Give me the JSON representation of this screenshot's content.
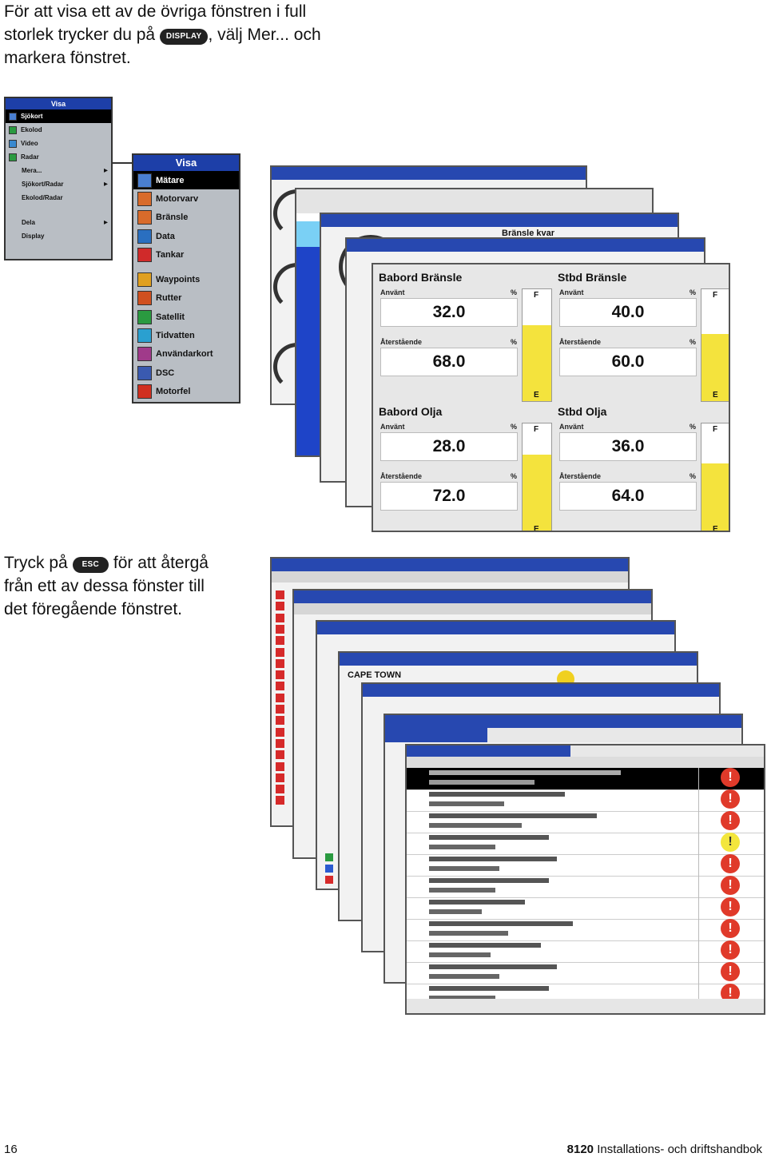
{
  "intro": {
    "line1": "För att visa ett av de övriga fönstren i full",
    "line2_pre": "storlek trycker du på",
    "display_key": "DISPLAY",
    "line2_post": ", välj Mer... och",
    "line3": "markera fönstret."
  },
  "esc_para": {
    "line1_pre": "Tryck på",
    "esc_key": "ESC",
    "line1_post": "för att återgå",
    "line2": "från ett av dessa fönster till",
    "line3": "det föregående fönstret."
  },
  "visa_menu_small": {
    "title": "Visa",
    "items": [
      "Sjökort",
      "Ekolod",
      "Video",
      "Radar",
      "Mera...",
      "Sjökort/Radar",
      "Ekolod/Radar",
      "Dela",
      "Display"
    ]
  },
  "visa_menu": {
    "title": "Visa",
    "items": [
      "Mätare",
      "Motorvarv",
      "Bränsle",
      "Data",
      "Tankar",
      "Waypoints",
      "Rutter",
      "Satellit",
      "Tidvatten",
      "Användarkort",
      "DSC",
      "Motorfel"
    ],
    "icon_colors": [
      "#4a7fd0",
      "#d86b2b",
      "#d86b2b",
      "#2a6fc0",
      "#d02a2a",
      "#e0a020",
      "#d05020",
      "#2a9a40",
      "#2aa0d0",
      "#a03a8a",
      "#3a5ab0",
      "#d03020"
    ]
  },
  "tank_screen": {
    "tanks": [
      {
        "name": "Babord Bränsle",
        "sub1": "Använt",
        "v1": "32.0",
        "sub2": "Återstående",
        "v2": "68.0",
        "level": 0.68
      },
      {
        "name": "Stbd Bränsle",
        "sub1": "Använt",
        "v1": "40.0",
        "sub2": "Återstående",
        "v2": "60.0",
        "level": 0.6
      },
      {
        "name": "Babord Olja",
        "sub1": "Använt",
        "v1": "28.0",
        "sub2": "Återstående",
        "v2": "72.0",
        "level": 0.72
      },
      {
        "name": "Stbd Olja",
        "sub1": "Använt",
        "v1": "36.0",
        "sub2": "Återstående",
        "v2": "64.0",
        "level": 0.64
      }
    ],
    "full": "F",
    "empty": "E",
    "pct": "%"
  },
  "behind_screens": {
    "fuel_tab": "Bränsle kvar",
    "tide_town": "CAPE TOWN"
  },
  "footer": {
    "page": "16",
    "model": "8120",
    "title": "Installations- och driftshandbok"
  },
  "colors": {
    "title_bar": "#2748b0",
    "alarm_red": "#e03a2a",
    "alarm_yellow": "#f3e63c",
    "tank_yellow": "#f4e33d"
  }
}
